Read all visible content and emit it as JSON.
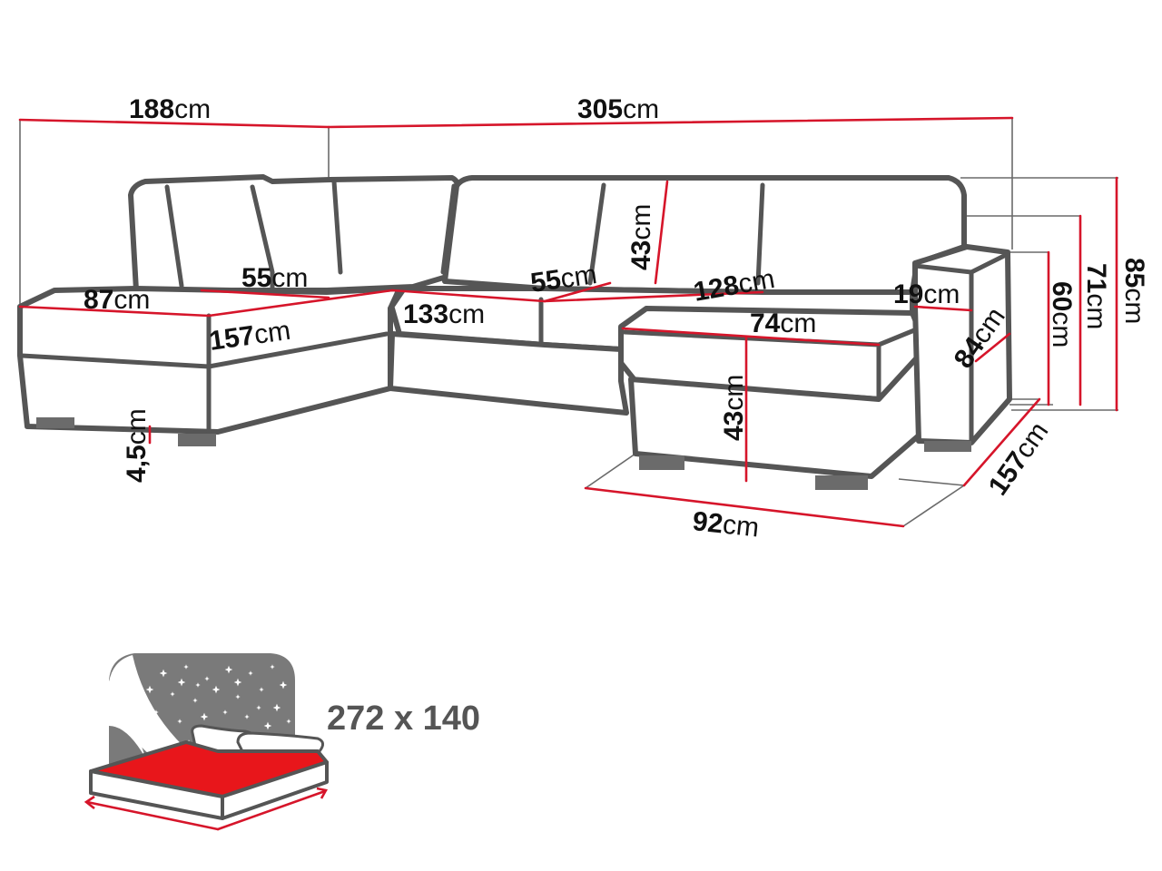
{
  "unit": "cm",
  "dimensions": {
    "left_section_width": {
      "value": "188"
    },
    "right_section_width": {
      "value": "305"
    },
    "chaise_depth_left": {
      "value": "87"
    },
    "left_seat_depth": {
      "value": "55"
    },
    "left_seat_length": {
      "value": "157"
    },
    "center_seat_length": {
      "value": "133"
    },
    "center_seat_depth": {
      "value": "55"
    },
    "backrest_cushion_height": {
      "value": "43"
    },
    "right_seat_length": {
      "value": "128"
    },
    "armrest_width": {
      "value": "19"
    },
    "ottoman_top_depth": {
      "value": "74"
    },
    "armrest_length": {
      "value": "84"
    },
    "ottoman_height": {
      "value": "43"
    },
    "foot_height": {
      "value": "4,5"
    },
    "ottoman_width": {
      "value": "92"
    },
    "right_depth": {
      "value": "157"
    },
    "seat_height": {
      "value": "60"
    },
    "armrest_height": {
      "value": "71"
    },
    "total_height": {
      "value": "85"
    }
  },
  "bed": {
    "size_text": "272 x 140",
    "icon": "sleeping-bed-icon"
  },
  "colors": {
    "dimension_line": "#d6152a",
    "outline": "#555555",
    "mattress": "#e8161b",
    "night_sky": "#7a7a7a"
  }
}
